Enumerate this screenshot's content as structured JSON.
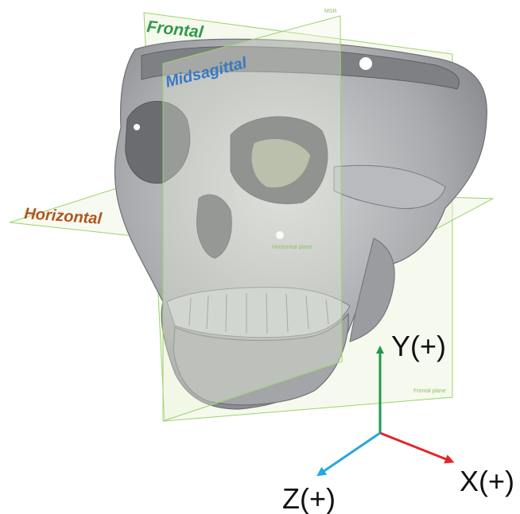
{
  "planes": {
    "frontal": {
      "label": "Frontal",
      "tag": "Frontal plane",
      "color": "#2e9a4a"
    },
    "midsagittal": {
      "label": "Midsagittal",
      "tag": "MSR",
      "color": "#3a78c2"
    },
    "horizontal": {
      "label": "Horizontal",
      "tag": "Horizontal plane",
      "color": "#b0561e"
    }
  },
  "plane_edge_color": "#9bd36b",
  "plane_fill_color": "#eef4df",
  "skull_color": "#a9abae",
  "axes": {
    "y": {
      "label": "Y(+)",
      "color": "#1e9a48"
    },
    "x": {
      "label": "X(+)",
      "color": "#e1262a"
    },
    "z": {
      "label": "Z(+)",
      "color": "#27a7e0"
    }
  },
  "icons": [
    "skull-icon"
  ]
}
